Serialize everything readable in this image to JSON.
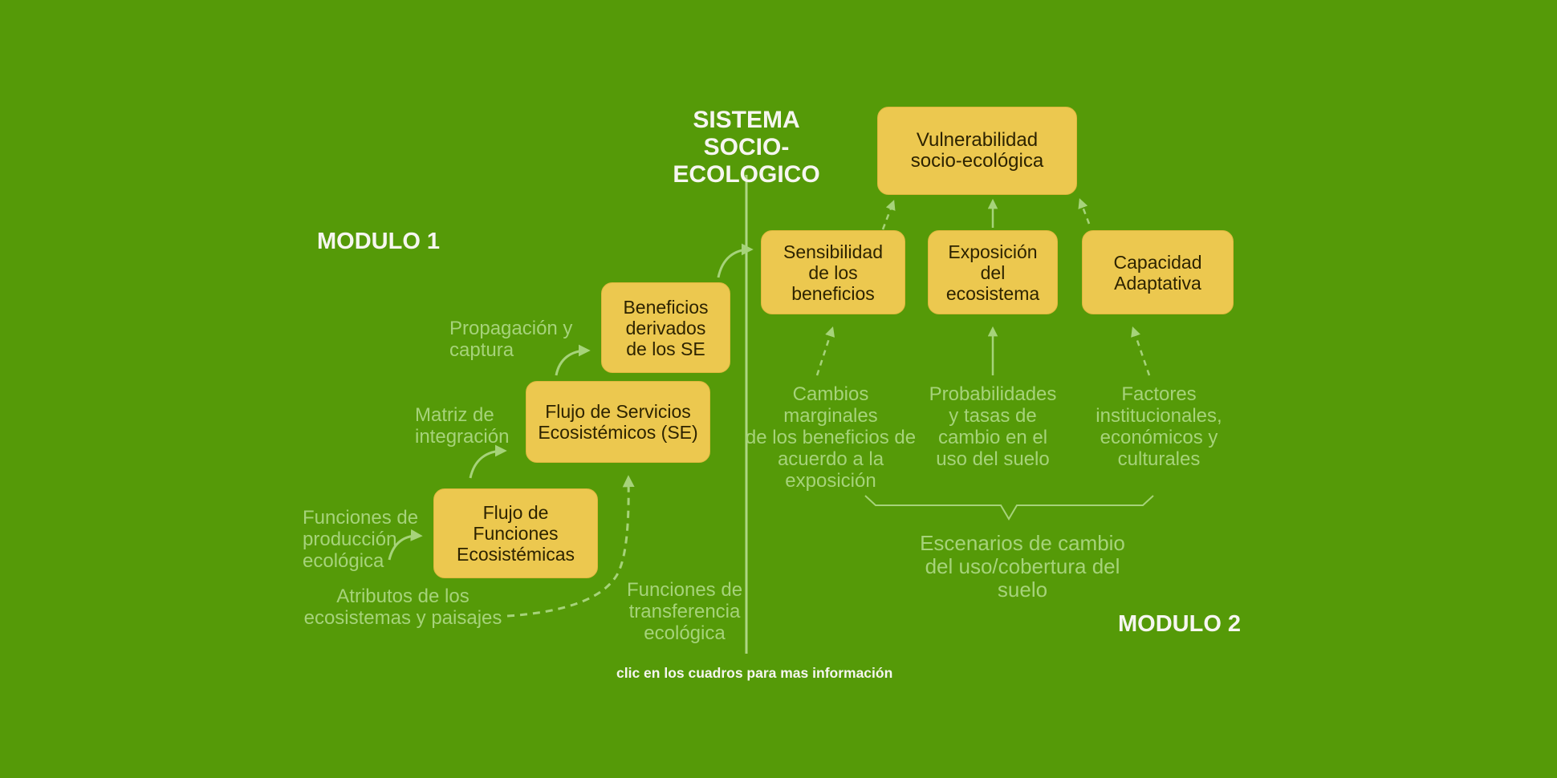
{
  "colors": {
    "background": "#559a08",
    "box_fill": "#ecc84f",
    "box_text": "#2d2300",
    "accent_green": "#a6d37a",
    "white_text": "#f6f6f0"
  },
  "header": {
    "title": "SISTEMA\nSOCIO-ECOLOGICO"
  },
  "modules": {
    "module1": "MODULO 1",
    "module2": "MODULO 2"
  },
  "footer": {
    "note": "clic en los cuadros para mas información"
  },
  "boxes": [
    {
      "id": "vulnerabilidad",
      "label": "Vulnerabilidad\nsocio-ecológica"
    },
    {
      "id": "sensibilidad",
      "label": "Sensibilidad\nde los\nbeneficios"
    },
    {
      "id": "exposicion",
      "label": "Exposición\ndel\necosistema"
    },
    {
      "id": "capacidad",
      "label": "Capacidad\nAdaptativa"
    },
    {
      "id": "beneficios",
      "label": "Beneficios\nderivados\nde los SE"
    },
    {
      "id": "flujo-servicios",
      "label": "Flujo de Servicios\nEcosistémicos (SE)"
    },
    {
      "id": "flujo-funciones",
      "label": "Flujo de\nFunciones\nEcosistémicas"
    }
  ],
  "annotations": [
    {
      "id": "propagacion",
      "text": "Propagación y\ncaptura"
    },
    {
      "id": "matriz",
      "text": "Matriz de\nintegración"
    },
    {
      "id": "funciones-produccion",
      "text": "Funciones de\nproducción\necológica"
    },
    {
      "id": "atributos",
      "text": "Atributos de los\necosistemas y paisajes"
    },
    {
      "id": "funciones-transferencia",
      "text": "Funciones de\ntransferencia\necológica"
    },
    {
      "id": "cambios-marginales",
      "text": "Cambios marginales\nde los beneficios de\nacuerdo a la\nexposición"
    },
    {
      "id": "probabilidades",
      "text": "Probabilidades\ny tasas de\ncambio en el\nuso del suelo"
    },
    {
      "id": "factores",
      "text": "Factores\ninstitucionales,\neconómicos y\nculturales"
    },
    {
      "id": "escenarios",
      "text": "Escenarios de cambio\ndel uso/cobertura del\nsuelo"
    }
  ]
}
